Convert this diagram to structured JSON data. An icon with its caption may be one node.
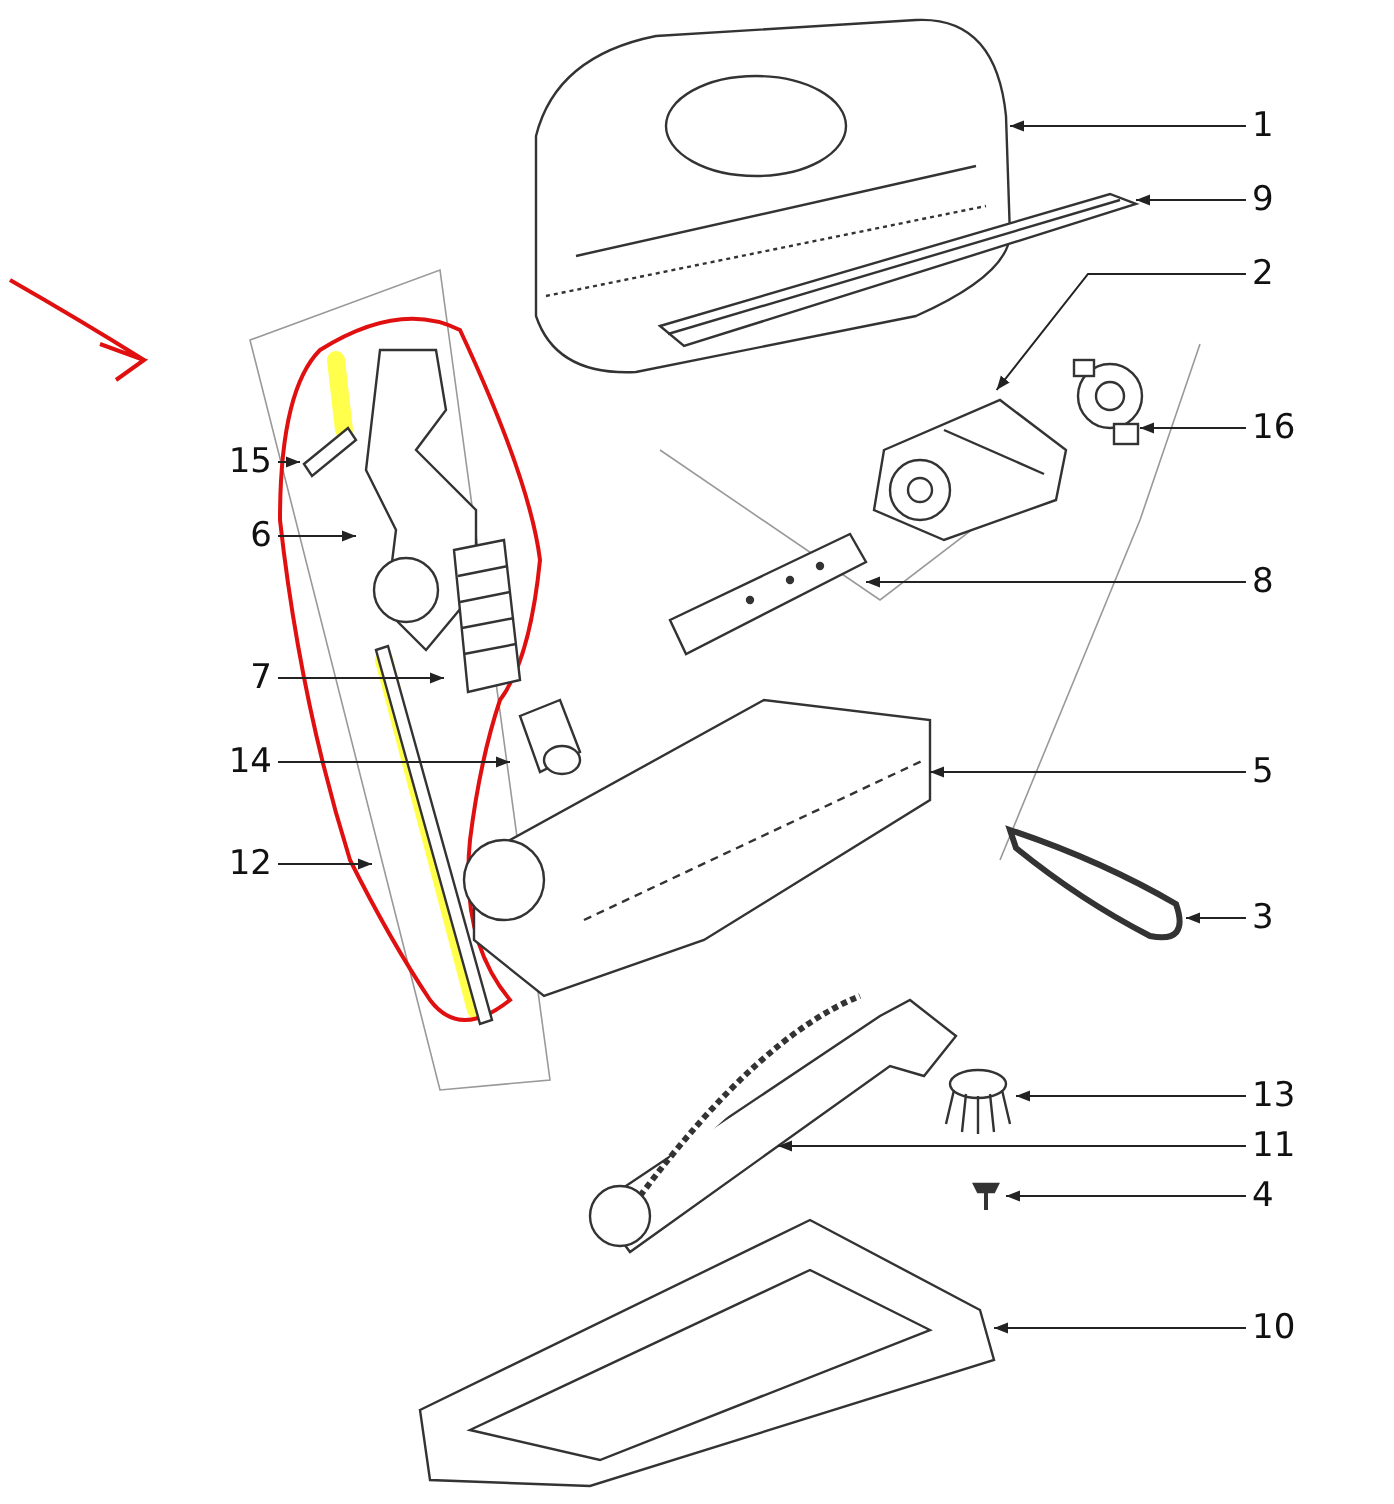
{
  "diagram": {
    "nodes": [
      {
        "text": [
          "1"
        ]
      },
      {
        "text": [
          "9"
        ]
      },
      {
        "text": [
          "2"
        ]
      },
      {
        "text": [
          "16"
        ]
      },
      {
        "text": [
          "15"
        ]
      },
      {
        "text": [
          "6"
        ]
      },
      {
        "text": [
          "8"
        ]
      },
      {
        "text": [
          "7"
        ]
      },
      {
        "text": [
          "14"
        ]
      },
      {
        "text": [
          "5"
        ]
      },
      {
        "text": [
          "12"
        ]
      },
      {
        "text": [
          "3"
        ]
      },
      {
        "text": [
          "13"
        ]
      },
      {
        "text": [
          "11"
        ]
      },
      {
        "text": [
          "4"
        ]
      },
      {
        "text": [
          "10"
        ]
      },
      {
        "text": [],
        "shape": "picture"
      },
      {
        "text": [],
        "shape": "picture"
      },
      {
        "text": [],
        "shape": "picture"
      },
      {
        "text": [],
        "shape": "picture"
      },
      {
        "text": [],
        "shape": "picture"
      },
      {
        "text": [],
        "shape": "picture"
      },
      {
        "text": [],
        "shape": "picture"
      },
      {
        "text": [],
        "shape": "picture"
      },
      {
        "text": [],
        "shape": "picture"
      },
      {
        "text": [],
        "shape": "picture"
      },
      {
        "text": [],
        "shape": "picture"
      },
      {
        "text": [],
        "shape": "picture"
      },
      {
        "text": [],
        "shape": "picture"
      },
      {
        "text": [],
        "shape": "picture"
      },
      {
        "text": [],
        "shape": "picture"
      },
      {
        "text": [],
        "shape": "picture"
      }
    ],
    "edges": [
      {
        "from": 0,
        "to": 16,
        "arrow": "to"
      },
      {
        "from": 1,
        "to": 17,
        "arrow": "to"
      },
      {
        "from": 2,
        "to": 18,
        "arrow": "to"
      },
      {
        "from": 3,
        "to": 19,
        "arrow": "to"
      },
      {
        "from": 4,
        "to": 20,
        "arrow": "to"
      },
      {
        "from": 5,
        "to": 21,
        "arrow": "to"
      },
      {
        "from": 6,
        "to": 22,
        "arrow": "to"
      },
      {
        "from": 7,
        "to": 23,
        "arrow": "to"
      },
      {
        "from": 8,
        "to": 24,
        "arrow": "to"
      },
      {
        "from": 9,
        "to": 25,
        "arrow": "to"
      },
      {
        "from": 10,
        "to": 26,
        "arrow": "to"
      },
      {
        "from": 11,
        "to": 27,
        "arrow": "to"
      },
      {
        "from": 12,
        "to": 28,
        "arrow": "to"
      },
      {
        "from": 13,
        "to": 29,
        "arrow": "to"
      },
      {
        "from": 14,
        "to": 30,
        "arrow": "to"
      },
      {
        "from": 15,
        "to": 31,
        "arrow": "to"
      }
    ]
  }
}
